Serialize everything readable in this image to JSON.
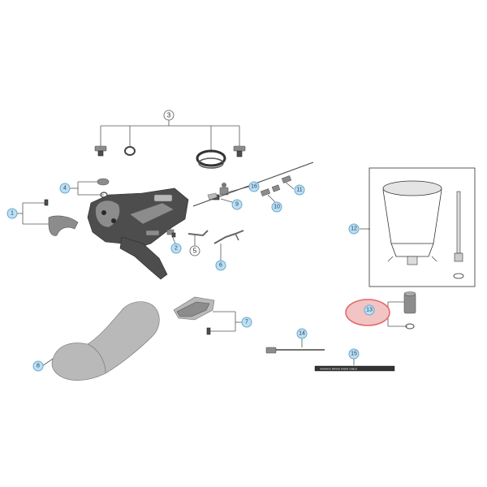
{
  "callouts": [
    "1",
    "2",
    "3",
    "4",
    "5",
    "6",
    "7",
    "8",
    "9",
    "10",
    "11",
    "12",
    "13",
    "14",
    "15",
    "16"
  ],
  "highlight": {
    "part": "13",
    "color": "#e06666"
  },
  "cable_label": "SHIMANO BRAKE INNER CABLE",
  "colors": {
    "callout_fill": "#bcdff2",
    "callout_stroke": "#6aa9cf",
    "highlight_fill": "#f2c4c4",
    "highlight_stroke": "#e06666"
  }
}
